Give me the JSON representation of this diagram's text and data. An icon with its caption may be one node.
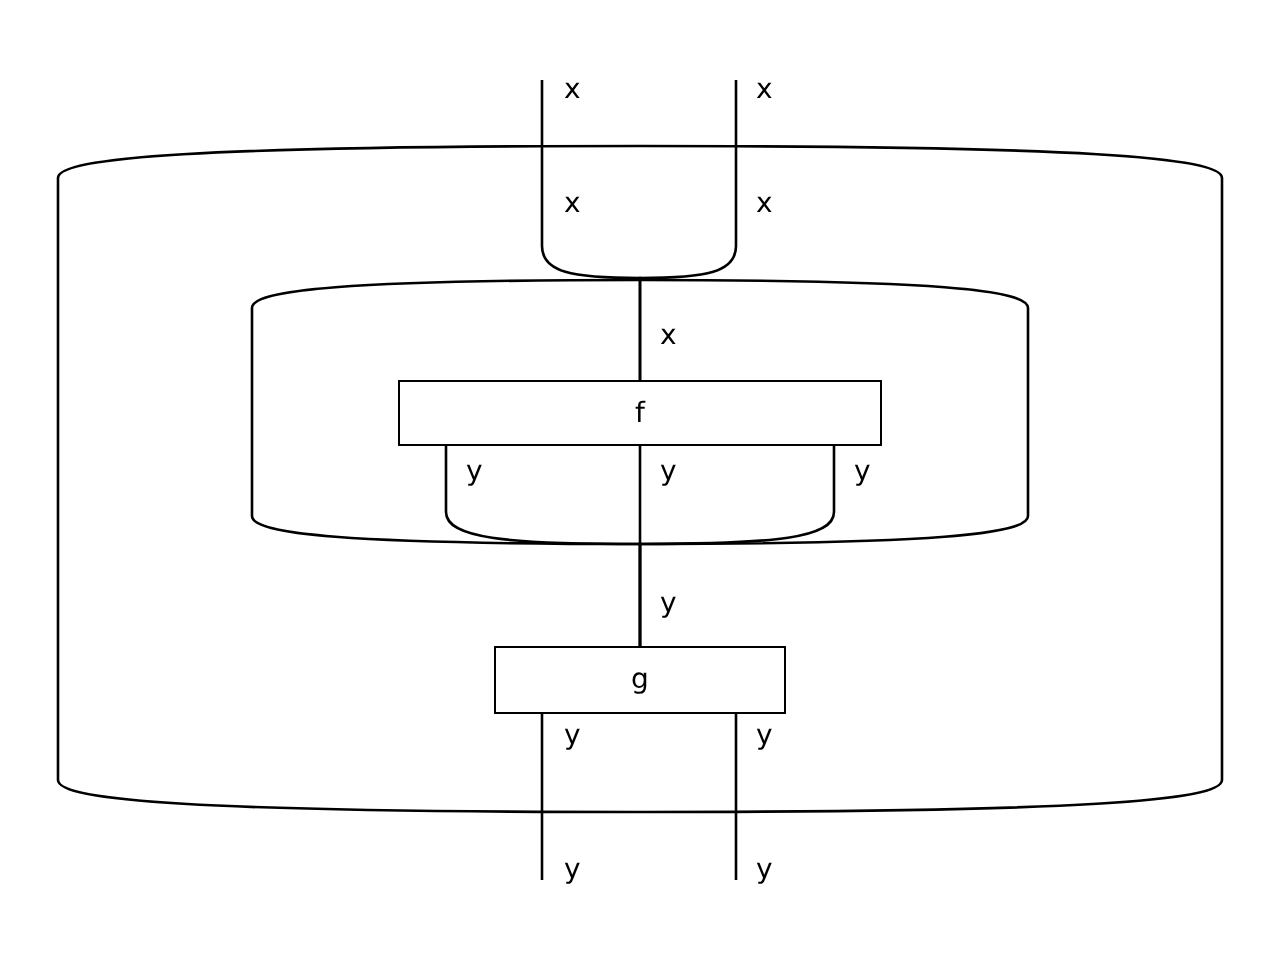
{
  "diagram": {
    "nodes": [
      {
        "text": [],
        "shape": "box"
      },
      {
        "text": [],
        "shape": "box",
        "in": 0
      },
      {
        "text": [
          "f"
        ],
        "in": 1
      },
      {
        "text": [
          "g"
        ],
        "in": 0
      }
    ],
    "edges": [
      {
        "from": null,
        "to": 2,
        "arrow": "none"
      },
      {
        "from": null,
        "to": 2,
        "arrow": "none"
      },
      {
        "from": 2,
        "to": 3,
        "arrow": "none"
      },
      {
        "from": 2,
        "to": 3,
        "arrow": "none"
      },
      {
        "from": 2,
        "to": 3,
        "arrow": "none"
      },
      {
        "from": 3,
        "to": null,
        "arrow": "none"
      },
      {
        "from": 3,
        "to": null,
        "arrow": "none"
      }
    ],
    "labels": [
      "x",
      "x",
      "x",
      "x",
      "x",
      "y",
      "y",
      "y",
      "y",
      "y",
      "y",
      "y",
      "y"
    ]
  }
}
